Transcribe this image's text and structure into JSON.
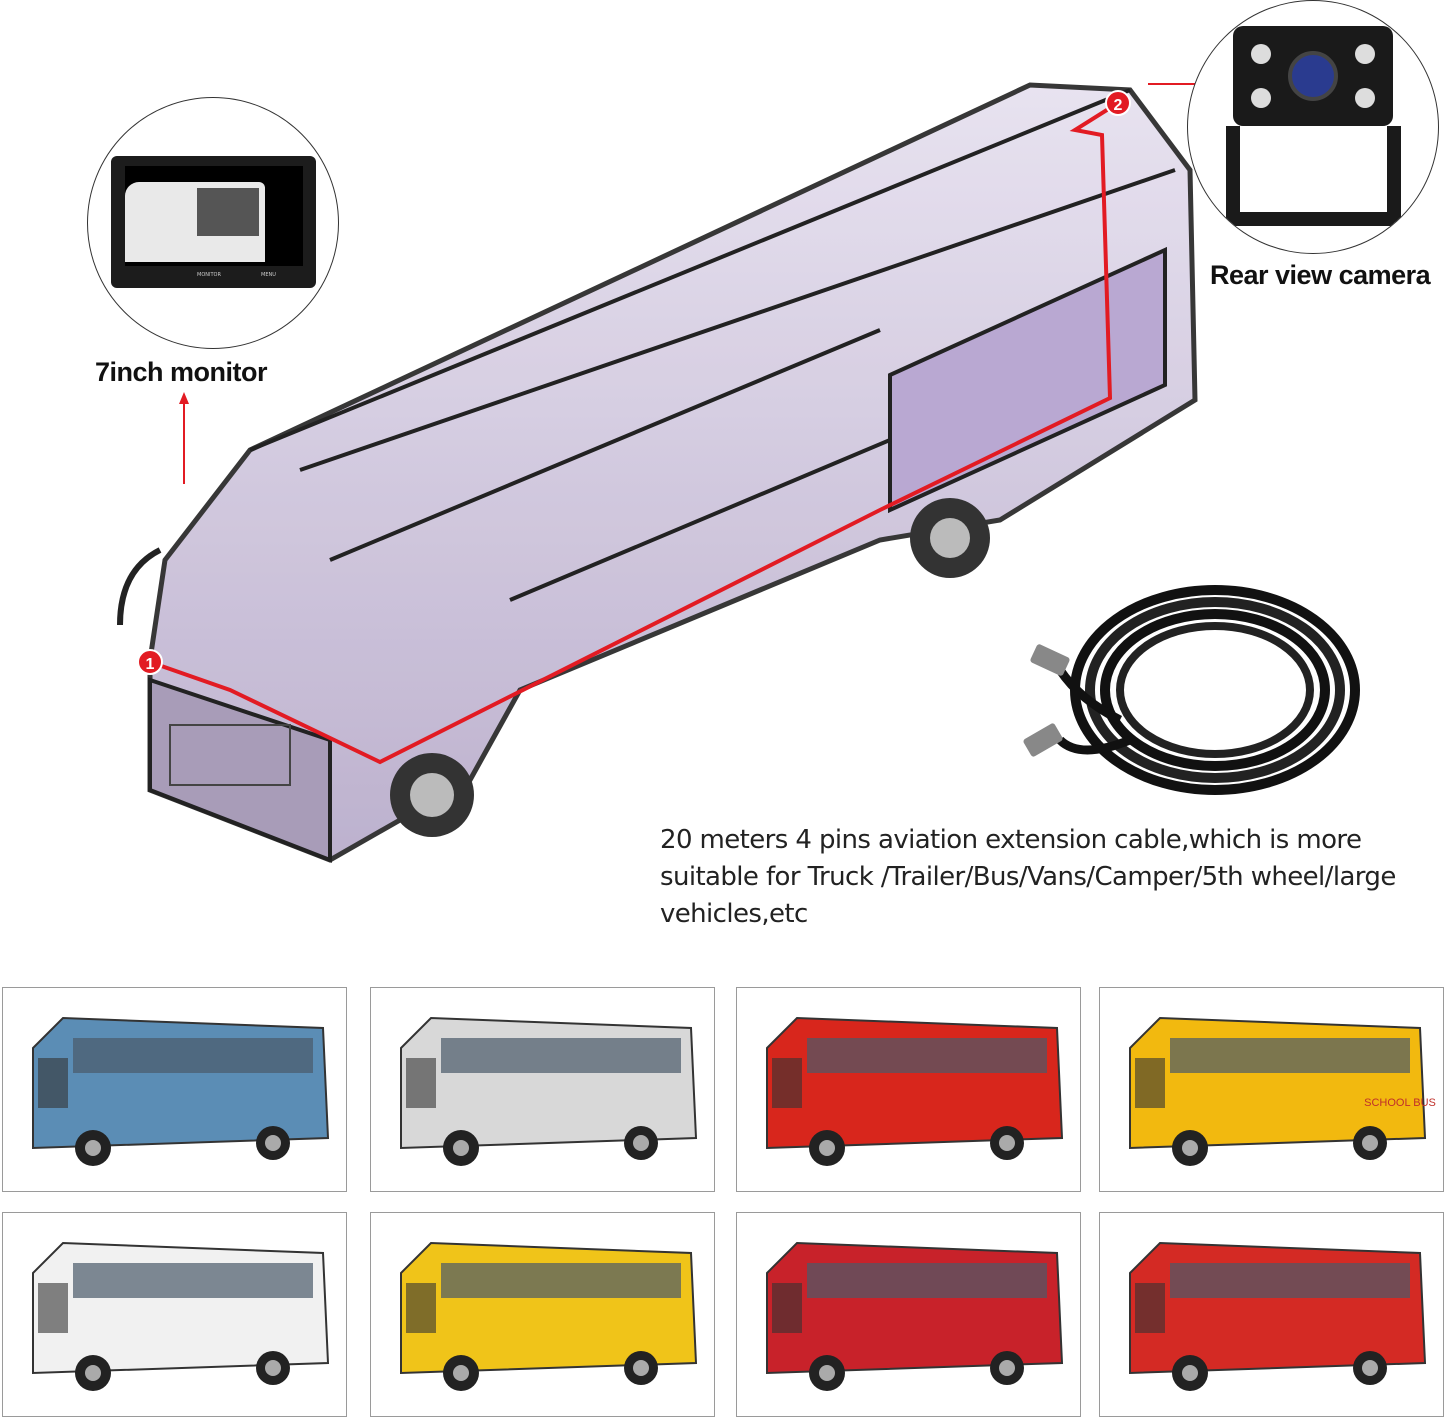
{
  "monitor": {
    "label": "7inch monitor",
    "screen_buttons": [
      "MONITOR",
      "MENU"
    ]
  },
  "camera": {
    "label": "Rear view camera"
  },
  "markers": [
    "1",
    "2"
  ],
  "cable": {
    "description": "20 meters 4 pins aviation extension cable,which is more suitable for Truck /Trailer/Bus/Vans/Camper/5th wheel/large vehicles,etc"
  },
  "colors": {
    "wire": "#e21b23",
    "bus_body": "#cbbfdc",
    "marker": "#e21b23"
  },
  "vehicles": [
    {
      "name": "coach-bus",
      "color": "#5b8db5"
    },
    {
      "name": "semi-truck",
      "color": "#d8d8d8"
    },
    {
      "name": "red-cargo-truck",
      "color": "#d8261c"
    },
    {
      "name": "school-bus",
      "color": "#f2b90f",
      "text": "SCHOOL BUS"
    },
    {
      "name": "camper-rv",
      "color": "#f1f1f1"
    },
    {
      "name": "yellow-flatbed-truck",
      "color": "#f0c419"
    },
    {
      "name": "city-bus",
      "color": "#c8222a"
    },
    {
      "name": "combine-harvester",
      "color": "#d42a24"
    }
  ]
}
